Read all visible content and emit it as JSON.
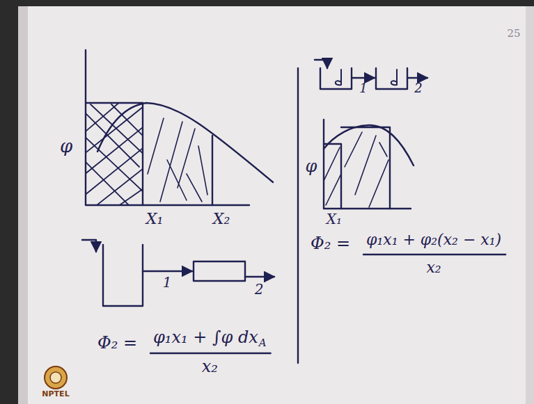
{
  "diagram": {
    "labels": [
      "25",
      "φ",
      "X₁",
      "X₂",
      "1",
      "2",
      "Φ₂ =",
      "φ₁x₁ + ∫φ dx",
      "A",
      "x₂",
      "1",
      "2",
      "φ",
      "X₁",
      "Φ₂ =",
      "φ₁x₁ + φ₂(x₂ − x₁)",
      "x₂",
      "NPTEL"
    ]
  }
}
